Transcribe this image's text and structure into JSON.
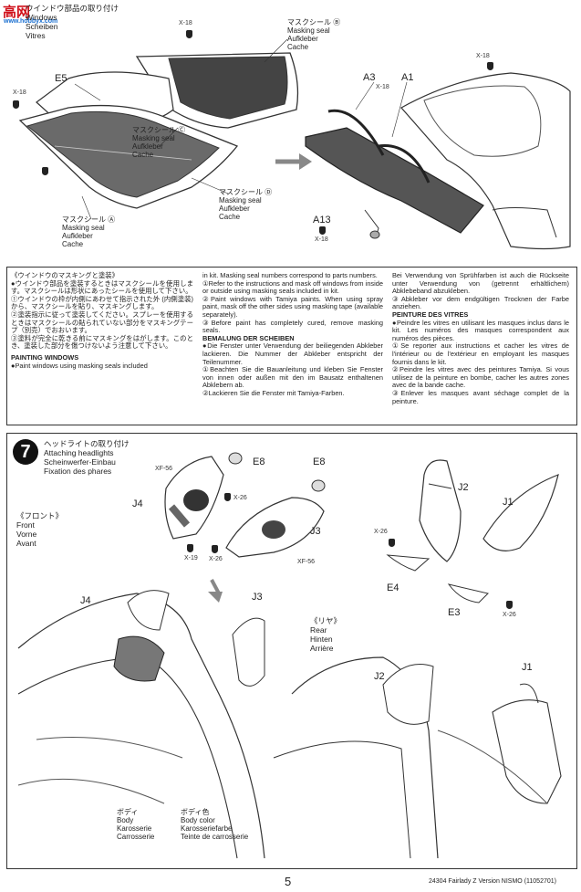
{
  "watermark": {
    "text": "高网",
    "url": "www.hobbyx.com"
  },
  "top_section": {
    "title_lines": [
      "ウインドウ部品の取り付け",
      "Windows",
      "Scheiben",
      "Vitres"
    ],
    "parts": {
      "e5": "E5",
      "a3": "A3",
      "a1": "A1",
      "a13": "A13"
    },
    "screws": [
      "X-18",
      "X-18",
      "X-18",
      "X-18",
      "X-18"
    ],
    "seal_b": [
      "マスクシール Ⓑ",
      "Masking seal",
      "Aufkleber",
      "Cache"
    ],
    "seal_c": [
      "マスクシール Ⓒ",
      "Masking seal",
      "Aufkleber",
      "Cache"
    ],
    "seal_d": [
      "マスクシール Ⓓ",
      "Masking seal",
      "Aufkleber",
      "Cache"
    ],
    "seal_a": [
      "マスクシール Ⓐ",
      "Masking seal",
      "Aufkleber",
      "Cache"
    ]
  },
  "instructions": {
    "col1": {
      "jp_heading": "《ウインドウのマスキングと塗装》",
      "jp_lines": [
        "●ウインドウ部品を塗装するときはマスクシールを使用します。マスクシールは形状にあったシールを使用して下さい。",
        "①ウインドウの枠が内側にあわせて指示された外 (内側塗装)から、マスクシールを貼り、マスキングします。",
        "②塗装指示に従って塗装してください。スプレーを使用するときはマスクシールの貼られていない部分をマスキングテープ（別売）でおおいます。",
        "③塗料が完全に乾きる前にマスキングをはがします。このとき、塗装した部分を傷つけないよう注意して下さい。"
      ],
      "en_heading": "PAINTING WINDOWS",
      "en_lines": [
        "●Paint windows using masking seals included"
      ]
    },
    "col2": {
      "en_lines": [
        "in kit. Masking seal numbers correspond to parts numbers.",
        "①Refer to the instructions and mask off windows from inside or outside using masking seals included in kit.",
        "②Paint windows with Tamiya paints. When using spray paint, mask off the other sides using masking tape (available separately).",
        "③Before paint has completely cured, remove masking seals."
      ],
      "de_heading": "BEMALUNG DER SCHEIBEN",
      "de_lines": [
        "●Die Fenster unter Verwendung der beiliegenden Abkleber lackieren. Die Nummer der Abkleber entspricht der Teilenummer.",
        "①Beachten Sie die Bauanleitung und kleben Sie Fenster von innen oder außen mit den im Bausatz enthaltenen Abklebern ab.",
        "②Lackieren Sie die Fenster mit Tamiya-Farben."
      ]
    },
    "col3": {
      "de_lines": [
        "Bei Verwendung von Sprühfarben ist auch die Rückseite unter Verwendung von (getrennt erhältlichem) Abklebeband abzukleben.",
        "③Abkleber vor dem endgültigen Trocknen der Farbe anziehen."
      ],
      "fr_heading": "PEINTURE DES VITRES",
      "fr_lines": [
        "●Peindre les vitres en utilisant les masques inclus dans le kit. Les numéros des masques correspondent aux numéros des pièces.",
        "①Se reporter aux instructions et cacher les vitres de l'intérieur ou de l'extérieur en employant les masques fournis dans le kit.",
        "②Peindre les vitres avec des peintures Tamiya. Si vous utilisez de la peinture en bombe, cacher les autres zones avec de la bande cache.",
        "③Enlever les masques avant séchage complet de la peinture."
      ]
    }
  },
  "step7": {
    "number": "7",
    "title_lines": [
      "ヘッドライトの取り付け",
      "Attaching headlights",
      "Scheinwerfer-Einbau",
      "Fixation des phares"
    ],
    "front": [
      "《フロント》",
      "Front",
      "Vorne",
      "Avant"
    ],
    "rear": [
      "《リヤ》",
      "Rear",
      "Hinten",
      "Arrière"
    ],
    "parts": {
      "j4a": "J4",
      "j4b": "J4",
      "e8a": "E8",
      "e8b": "E8",
      "j3a": "J3",
      "j3b": "J3",
      "j2a": "J2",
      "j2b": "J2",
      "j1a": "J1",
      "j1b": "J1",
      "e4": "E4",
      "e3": "E3"
    },
    "screws": {
      "xf56a": "XF-56",
      "x26a": "X-26",
      "x19": "X-19",
      "x26b": "X-26",
      "xf56b": "XF-56",
      "x26c": "X-26",
      "x26d": "X-26"
    },
    "body": [
      "ボディ",
      "Body",
      "Karosserie",
      "Carrosserie"
    ],
    "body_color": [
      "ボディ色",
      "Body color",
      "Karosseriefarbe",
      "Teinte de carrosserie"
    ]
  },
  "footer": {
    "page_number": "5",
    "code": "24304",
    "model": "Fairlady Z Version NISMO",
    "ref": "(11052701)"
  }
}
